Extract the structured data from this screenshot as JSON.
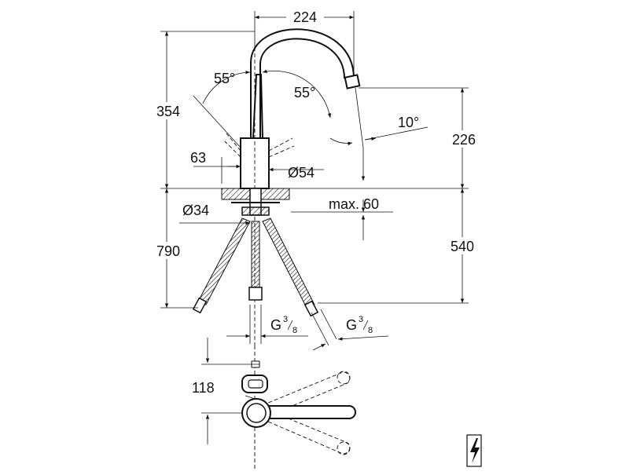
{
  "dimensions": {
    "spout_reach": "224",
    "total_height": "354",
    "spout_height": "226",
    "handle_angle_left": "55°",
    "handle_angle_right": "55°",
    "aerator_angle": "10°",
    "handle_offset": "63",
    "body_diameter": "Ø54",
    "hole_diameter": "Ø34",
    "max_deck_thickness": "max. 60",
    "hose_length": "790",
    "shank_length": "540",
    "connection_left_main": "G",
    "connection_left_num": "3",
    "connection_left_den": "8",
    "connection_right_main": "G",
    "connection_right_num": "3",
    "connection_right_den": "8",
    "handle_clearance": "118"
  },
  "icons": {
    "electrical_symbol": "lightning-bolt-icon"
  }
}
